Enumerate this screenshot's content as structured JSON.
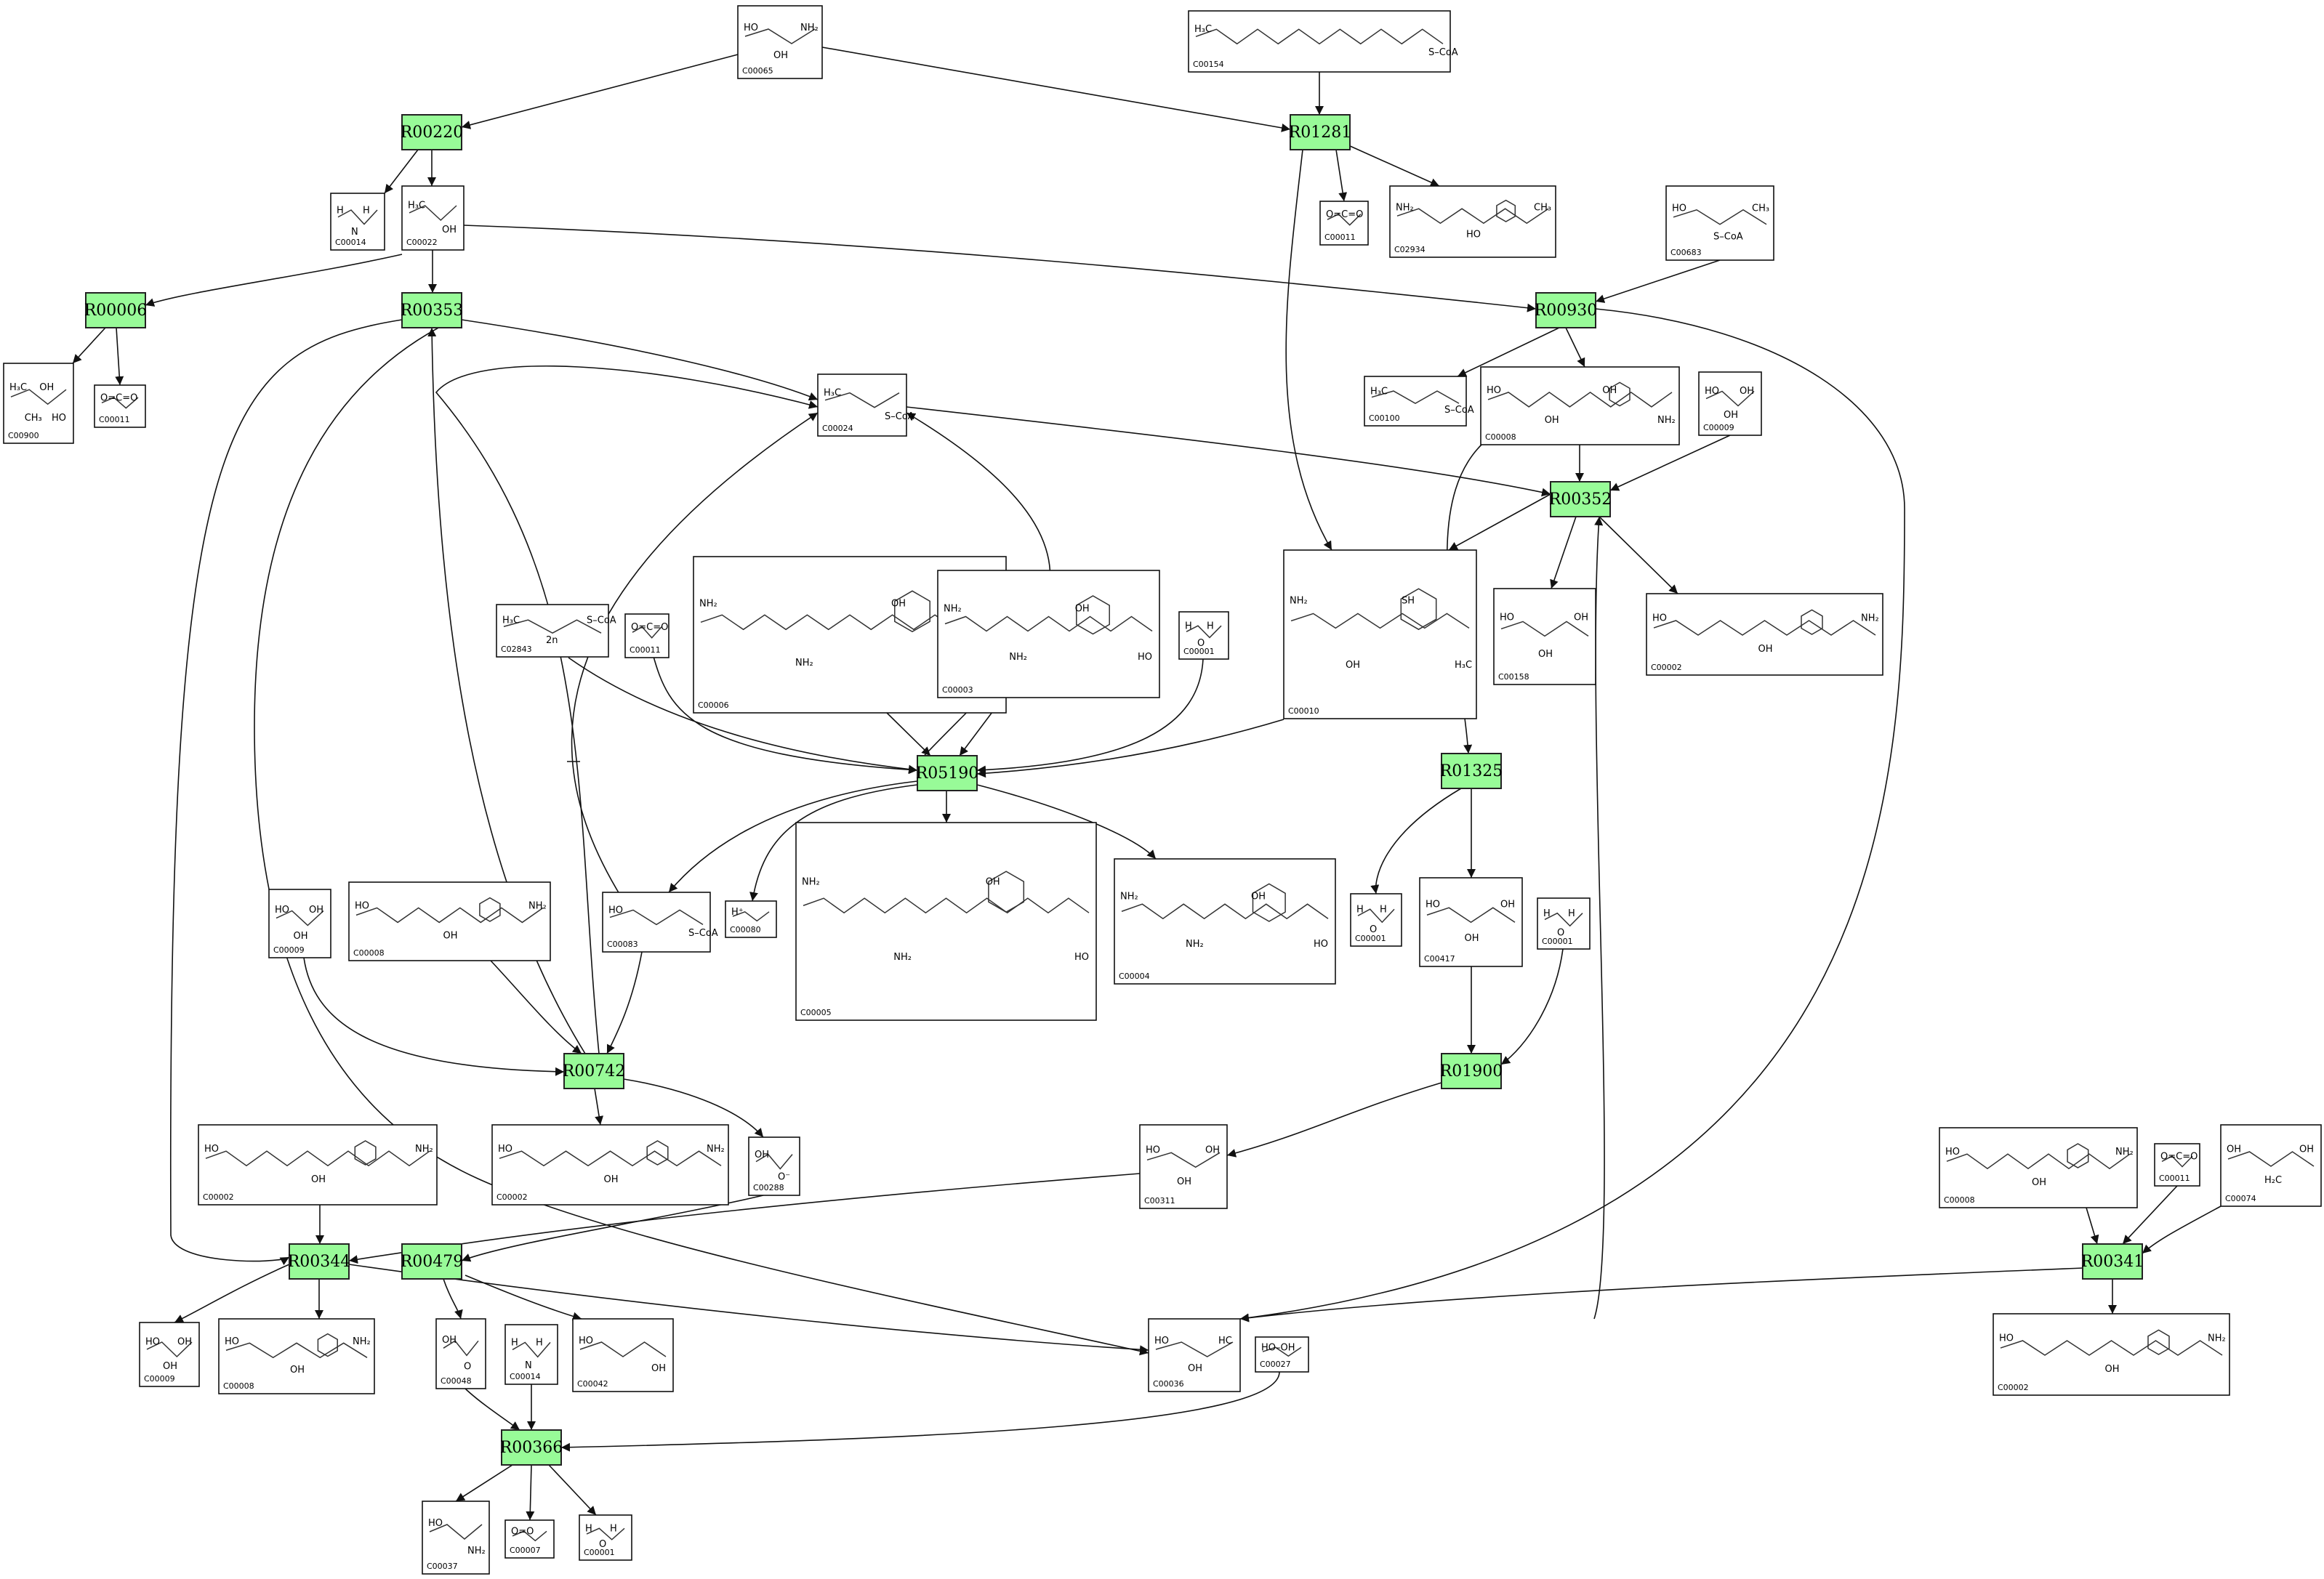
{
  "diagram": {
    "reactions": [
      {
        "id": "R00220"
      },
      {
        "id": "R01281"
      },
      {
        "id": "R00006"
      },
      {
        "id": "R00353"
      },
      {
        "id": "R00930"
      },
      {
        "id": "R00352"
      },
      {
        "id": "R05190"
      },
      {
        "id": "R01325"
      },
      {
        "id": "R00742"
      },
      {
        "id": "R01900"
      },
      {
        "id": "R00344"
      },
      {
        "id": "R00479"
      },
      {
        "id": "R00341"
      },
      {
        "id": "R00366"
      }
    ],
    "compounds": [
      {
        "id": "C00065",
        "atoms": [
          "HO",
          "OH",
          "NH₂"
        ]
      },
      {
        "id": "C00154",
        "atoms": [
          "H₃C",
          "S–CoA"
        ]
      },
      {
        "id": "C00014",
        "atoms": [
          "H",
          "N",
          "H"
        ]
      },
      {
        "id": "C00022",
        "atoms": [
          "H₃C",
          "OH"
        ]
      },
      {
        "id": "C00011",
        "atoms": [
          "O=C=O"
        ]
      },
      {
        "id": "C02934",
        "atoms": [
          "NH₂",
          "HO",
          "CH₃"
        ]
      },
      {
        "id": "C00683",
        "atoms": [
          "HO",
          "S–CoA",
          "CH₃"
        ]
      },
      {
        "id": "C00900",
        "atoms": [
          "H₃C",
          "CH₃",
          "OH",
          "HO"
        ]
      },
      {
        "id": "C00011",
        "atoms": [
          "O=C=O"
        ]
      },
      {
        "id": "C00024",
        "atoms": [
          "H₃C",
          "S–CoA"
        ]
      },
      {
        "id": "C00100",
        "atoms": [
          "H₃C",
          "S–CoA"
        ]
      },
      {
        "id": "C00008",
        "atoms": [
          "HO",
          "OH",
          "OH",
          "NH₂"
        ]
      },
      {
        "id": "C00009",
        "atoms": [
          "HO",
          "OH",
          "OH"
        ]
      },
      {
        "id": "C02843",
        "atoms": [
          "H₃C",
          "2n",
          "S–CoA"
        ]
      },
      {
        "id": "C00011",
        "atoms": [
          "O=C=O"
        ]
      },
      {
        "id": "C00006",
        "atoms": [
          "NH₂",
          "NH₂",
          "OH",
          "OH"
        ]
      },
      {
        "id": "C00003",
        "atoms": [
          "NH₂",
          "NH₂",
          "OH",
          "HO"
        ]
      },
      {
        "id": "C00001",
        "atoms": [
          "H",
          "O",
          "H"
        ]
      },
      {
        "id": "C00010",
        "atoms": [
          "NH₂",
          "OH",
          "SH",
          "H₃C"
        ]
      },
      {
        "id": "C00158",
        "atoms": [
          "HO",
          "OH",
          "OH"
        ]
      },
      {
        "id": "C00002",
        "atoms": [
          "HO",
          "OH",
          "NH₂"
        ]
      },
      {
        "id": "C00009",
        "atoms": [
          "HO",
          "OH",
          "OH"
        ]
      },
      {
        "id": "C00008",
        "atoms": [
          "HO",
          "OH",
          "NH₂"
        ]
      },
      {
        "id": "C00083",
        "atoms": [
          "HO",
          "S–CoA"
        ]
      },
      {
        "id": "C00080",
        "atoms": [
          "H⁺"
        ]
      },
      {
        "id": "C00005",
        "atoms": [
          "NH₂",
          "NH₂",
          "OH",
          "HO"
        ]
      },
      {
        "id": "C00004",
        "atoms": [
          "NH₂",
          "NH₂",
          "OH",
          "HO"
        ]
      },
      {
        "id": "C00001",
        "atoms": [
          "H",
          "O",
          "H"
        ]
      },
      {
        "id": "C00417",
        "atoms": [
          "HO",
          "OH",
          "OH"
        ]
      },
      {
        "id": "C00001",
        "atoms": [
          "H",
          "O",
          "H"
        ]
      },
      {
        "id": "C00002",
        "atoms": [
          "HO",
          "OH",
          "NH₂"
        ]
      },
      {
        "id": "C00002",
        "atoms": [
          "HO",
          "OH",
          "NH₂"
        ]
      },
      {
        "id": "C00288",
        "atoms": [
          "OH",
          "O⁻"
        ]
      },
      {
        "id": "C00311",
        "atoms": [
          "HO",
          "OH",
          "OH"
        ]
      },
      {
        "id": "C00008",
        "atoms": [
          "HO",
          "OH",
          "NH₂"
        ]
      },
      {
        "id": "C00011",
        "atoms": [
          "O=C=O"
        ]
      },
      {
        "id": "C00074",
        "atoms": [
          "OH",
          "H₂C",
          "OH"
        ]
      },
      {
        "id": "C00009",
        "atoms": [
          "HO",
          "OH",
          "OH"
        ]
      },
      {
        "id": "C00008",
        "atoms": [
          "HO",
          "OH",
          "NH₂"
        ]
      },
      {
        "id": "C00048",
        "atoms": [
          "OH",
          "O"
        ]
      },
      {
        "id": "C00014",
        "atoms": [
          "H",
          "N",
          "H"
        ]
      },
      {
        "id": "C00042",
        "atoms": [
          "HO",
          "OH"
        ]
      },
      {
        "id": "C00036",
        "atoms": [
          "HO",
          "OH",
          "HC"
        ]
      },
      {
        "id": "C00027",
        "atoms": [
          "HO–OH"
        ]
      },
      {
        "id": "C00002",
        "atoms": [
          "HO",
          "OH",
          "NH₂"
        ]
      },
      {
        "id": "C00037",
        "atoms": [
          "HO",
          "NH₂"
        ]
      },
      {
        "id": "C00007",
        "atoms": [
          "O=O"
        ]
      },
      {
        "id": "C00001",
        "atoms": [
          "H",
          "O",
          "H"
        ]
      }
    ]
  }
}
